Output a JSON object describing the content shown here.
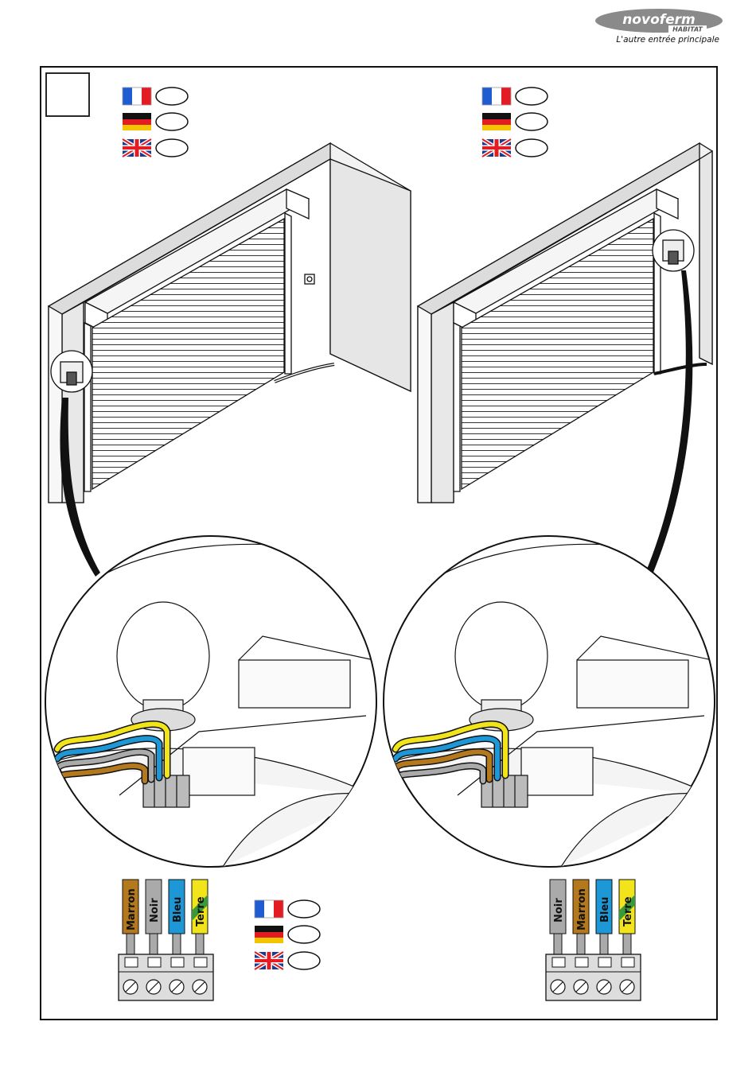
{
  "brand": {
    "name": "novoferm",
    "sub": "HABITAT",
    "tagline": "L'autre entrée principale"
  },
  "colors": {
    "marron": "#b5791d",
    "noir": "#aaaaaa",
    "bleu": "#1d97d5",
    "terre_yellow": "#f1e41b",
    "terre_green": "#3a9a3a",
    "wall": "#f2f2f2"
  },
  "flags": [
    "fr-flag",
    "de-flag",
    "gb-flag"
  ],
  "left_terminal": {
    "wires": [
      {
        "label": "Marron",
        "color": "marron"
      },
      {
        "label": "Noir",
        "color": "noir"
      },
      {
        "label": "Bleu",
        "color": "bleu"
      },
      {
        "label": "Terre",
        "color": "terre"
      }
    ]
  },
  "right_terminal": {
    "wires": [
      {
        "label": "Noir",
        "color": "noir"
      },
      {
        "label": "Marron",
        "color": "marron"
      },
      {
        "label": "Bleu",
        "color": "bleu"
      },
      {
        "label": "Terre",
        "color": "terre"
      }
    ]
  }
}
